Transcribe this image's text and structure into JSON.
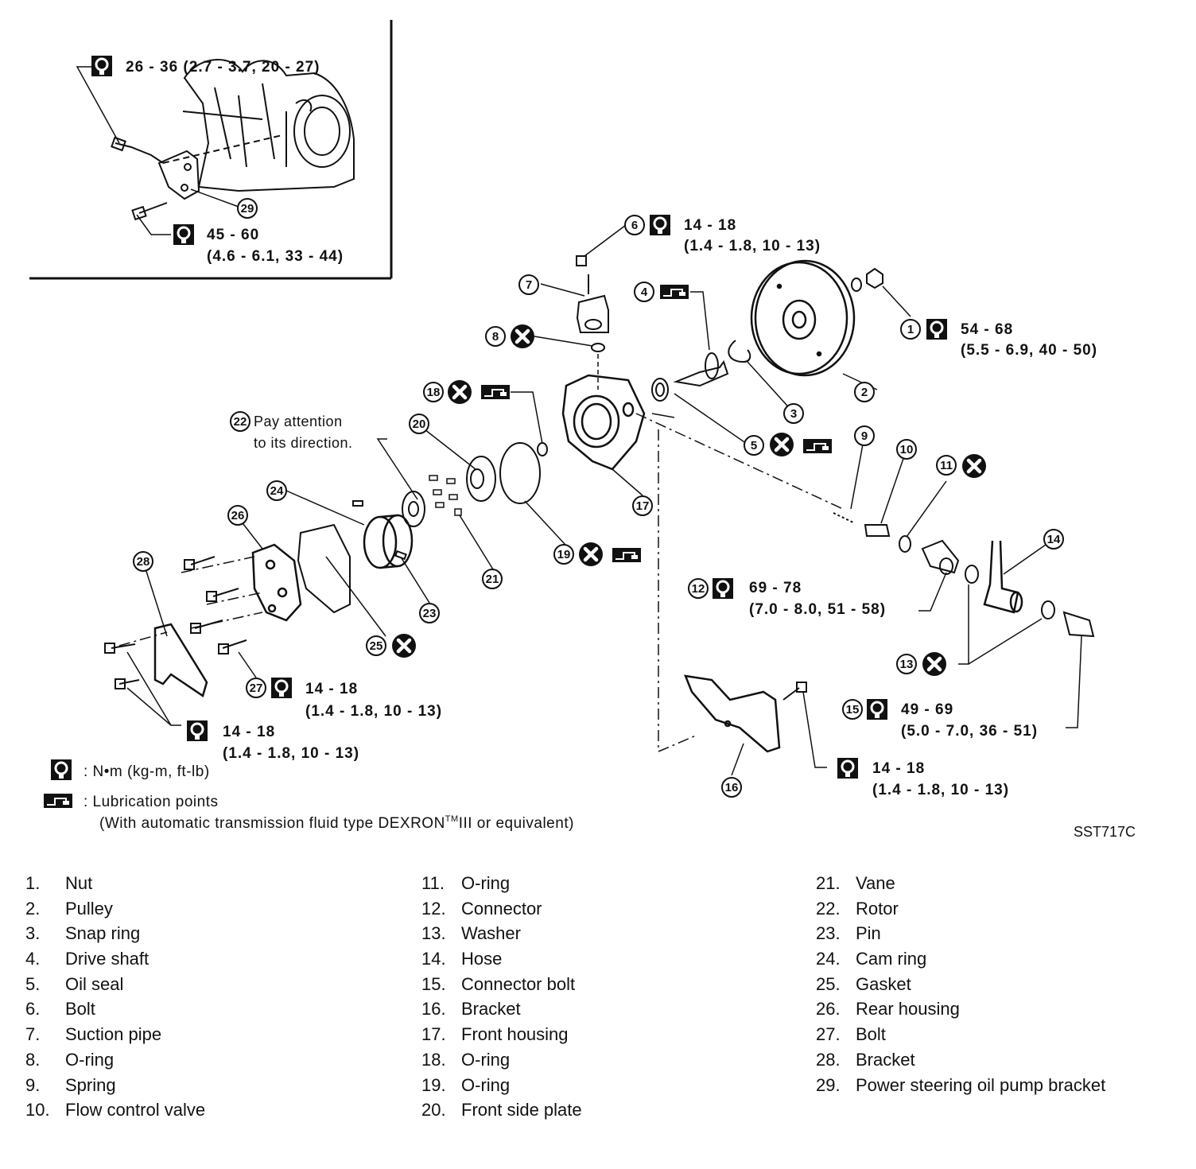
{
  "diagram_code": "SST717C",
  "torque_specs": {
    "inset_bolt_upper": "26 - 36 (2.7 - 3.7, 20 - 27)",
    "inset_bolt_lower_1": "45 - 60",
    "inset_bolt_lower_2": "(4.6 - 6.1, 33 - 44)",
    "bolt_6_line1": "14 - 18",
    "bolt_6_line2": "(1.4 - 1.8, 10 - 13)",
    "nut_1_line1": "54 - 68",
    "nut_1_line2": "(5.5 - 6.9, 40 - 50)",
    "connector_12_line1": "69 - 78",
    "connector_12_line2": "(7.0 - 8.0, 51 - 58)",
    "bolt_27_line1": "14 - 18",
    "bolt_27_line2": "(1.4 - 1.8, 10 - 13)",
    "bracket_28_line1": "14 - 18",
    "bracket_28_line2": "(1.4 - 1.8, 10 - 13)",
    "bolt_15_line1": "49 - 69",
    "bolt_15_line2": "(5.0 - 7.0, 36 - 51)",
    "bracket_16_line1": "14 - 18",
    "bracket_16_line2": "(1.4 - 1.8, 10 - 13)"
  },
  "notes": {
    "rotor_line1": "Pay attention",
    "rotor_line2": "to its direction."
  },
  "legend": {
    "torque_units": ": N•m (kg-m, ft-lb)",
    "lubrication": ": Lubrication points",
    "lubrication_detail_a": "(With automatic transmission fluid type DEXRON",
    "lubrication_detail_tm": "TM",
    "lubrication_detail_b": "III or equivalent)"
  },
  "callouts": [
    "1",
    "2",
    "3",
    "4",
    "5",
    "6",
    "7",
    "8",
    "9",
    "10",
    "11",
    "12",
    "13",
    "14",
    "15",
    "16",
    "17",
    "18",
    "19",
    "20",
    "21",
    "22",
    "23",
    "24",
    "25",
    "26",
    "27",
    "28",
    "29"
  ],
  "parts_list": [
    {
      "num": "1.",
      "name": "Nut"
    },
    {
      "num": "2.",
      "name": "Pulley"
    },
    {
      "num": "3.",
      "name": "Snap ring"
    },
    {
      "num": "4.",
      "name": "Drive shaft"
    },
    {
      "num": "5.",
      "name": "Oil seal"
    },
    {
      "num": "6.",
      "name": "Bolt"
    },
    {
      "num": "7.",
      "name": "Suction pipe"
    },
    {
      "num": "8.",
      "name": "O-ring"
    },
    {
      "num": "9.",
      "name": "Spring"
    },
    {
      "num": "10.",
      "name": "Flow control valve"
    },
    {
      "num": "11.",
      "name": "O-ring"
    },
    {
      "num": "12.",
      "name": "Connector"
    },
    {
      "num": "13.",
      "name": "Washer"
    },
    {
      "num": "14.",
      "name": "Hose"
    },
    {
      "num": "15.",
      "name": "Connector bolt"
    },
    {
      "num": "16.",
      "name": "Bracket"
    },
    {
      "num": "17.",
      "name": "Front housing"
    },
    {
      "num": "18.",
      "name": "O-ring"
    },
    {
      "num": "19.",
      "name": "O-ring"
    },
    {
      "num": "20.",
      "name": "Front side plate"
    },
    {
      "num": "21.",
      "name": "Vane"
    },
    {
      "num": "22.",
      "name": "Rotor"
    },
    {
      "num": "23.",
      "name": "Pin"
    },
    {
      "num": "24.",
      "name": "Cam ring"
    },
    {
      "num": "25.",
      "name": "Gasket"
    },
    {
      "num": "26.",
      "name": "Rear housing"
    },
    {
      "num": "27.",
      "name": "Bolt"
    },
    {
      "num": "28.",
      "name": "Bracket"
    },
    {
      "num": "29.",
      "name": "Power steering oil pump bracket"
    }
  ]
}
